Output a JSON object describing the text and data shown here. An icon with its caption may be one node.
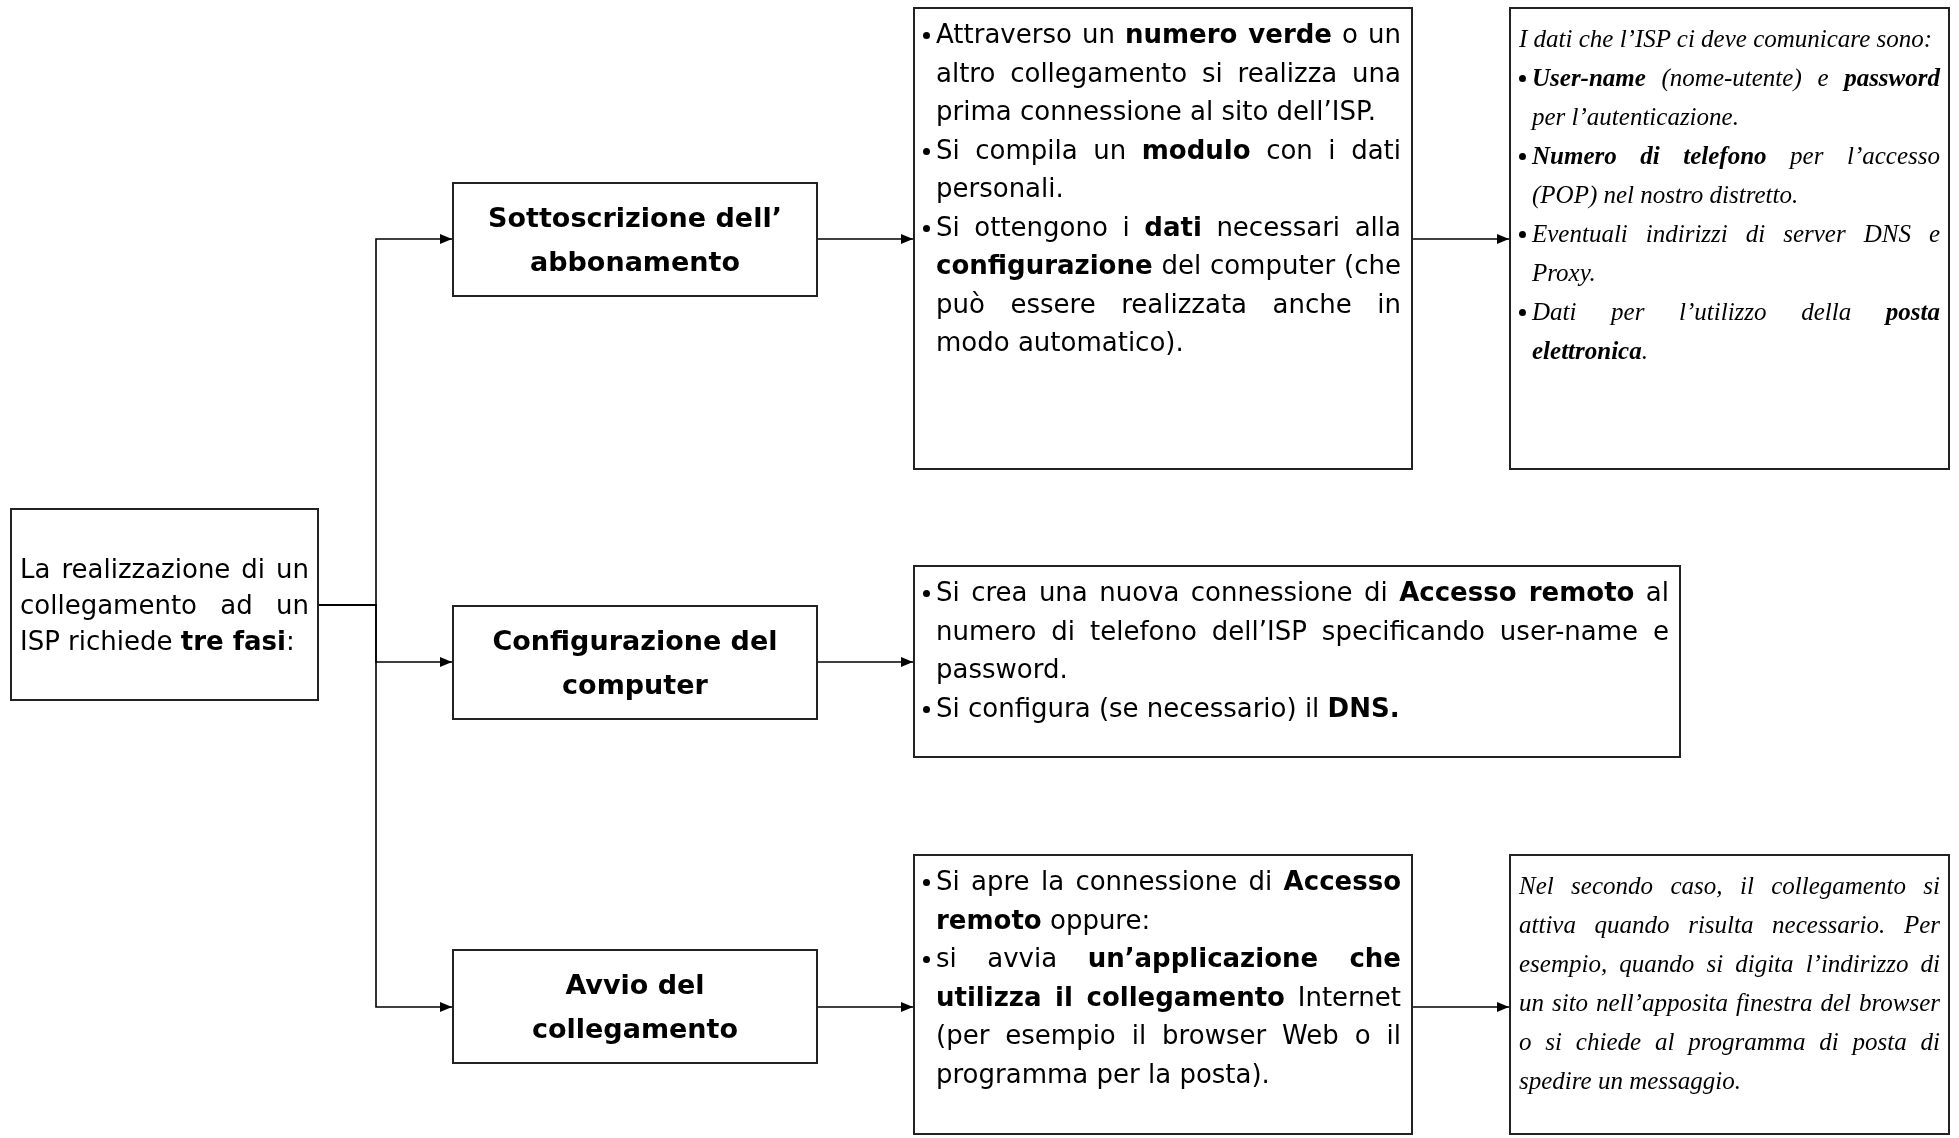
{
  "diagram": {
    "nodes": [
      {
        "text": [
          "La realizzazione di un collegamento ad un ISP richiede **tre fasi**:"
        ]
      },
      {
        "text": [
          "Sottoscrizione dell’ abbonamento"
        ]
      },
      {
        "text": [
          "Attraverso un **numero verde** o un altro collegamento si realizza una prima connessione al sito dell’ISP.",
          "Si compila un **modulo** con i dati personali.",
          "Si ottengono i **dati** necessari alla **configurazione** del computer (che può essere realizzata anche in modo automatico)."
        ]
      },
      {
        "text": [
          "I dati che l’ISP ci deve comunicare sono:",
          "**User-name** (nome-utente) e **password** per l’autenticazione.",
          "**Numero di telefono** per l’accesso (POP) nel nostro distretto.",
          "Eventuali indirizzi di server DNS e Proxy.",
          "Dati per l’utilizzo della **posta elettronica**."
        ]
      },
      {
        "text": [
          "Configurazione del computer"
        ]
      },
      {
        "text": [
          "Si crea una nuova connessione di **Accesso remoto** al numero di telefono dell’ISP specificando user-name e password.",
          "Si configura (se necessario) il **DNS.**"
        ]
      },
      {
        "text": [
          "Avvio del collegamento"
        ]
      },
      {
        "text": [
          "Si apre la connessione di **Accesso remoto** oppure:",
          "si avvia **un’applicazione che utilizza il collegamento** Internet (per esempio il browser Web o il programma per la posta)."
        ]
      },
      {
        "text": [
          "Nel secondo caso, il collegamento si attiva quando risulta necessario. Per esempio, quando si digita l’indirizzo di un sito nell’apposita finestra del browser o si chiede al programma di posta di spedire un messaggio."
        ]
      }
    ],
    "edges": [
      {
        "from": 0,
        "to": 1,
        "arrow": "to"
      },
      {
        "from": 0,
        "to": 4,
        "arrow": "to"
      },
      {
        "from": 0,
        "to": 6,
        "arrow": "to"
      },
      {
        "from": 1,
        "to": 2,
        "arrow": "to"
      },
      {
        "from": 2,
        "to": 3,
        "arrow": "to"
      },
      {
        "from": 4,
        "to": 5,
        "arrow": "to"
      },
      {
        "from": 6,
        "to": 7,
        "arrow": "to"
      },
      {
        "from": 7,
        "to": 8,
        "arrow": "to"
      }
    ]
  }
}
